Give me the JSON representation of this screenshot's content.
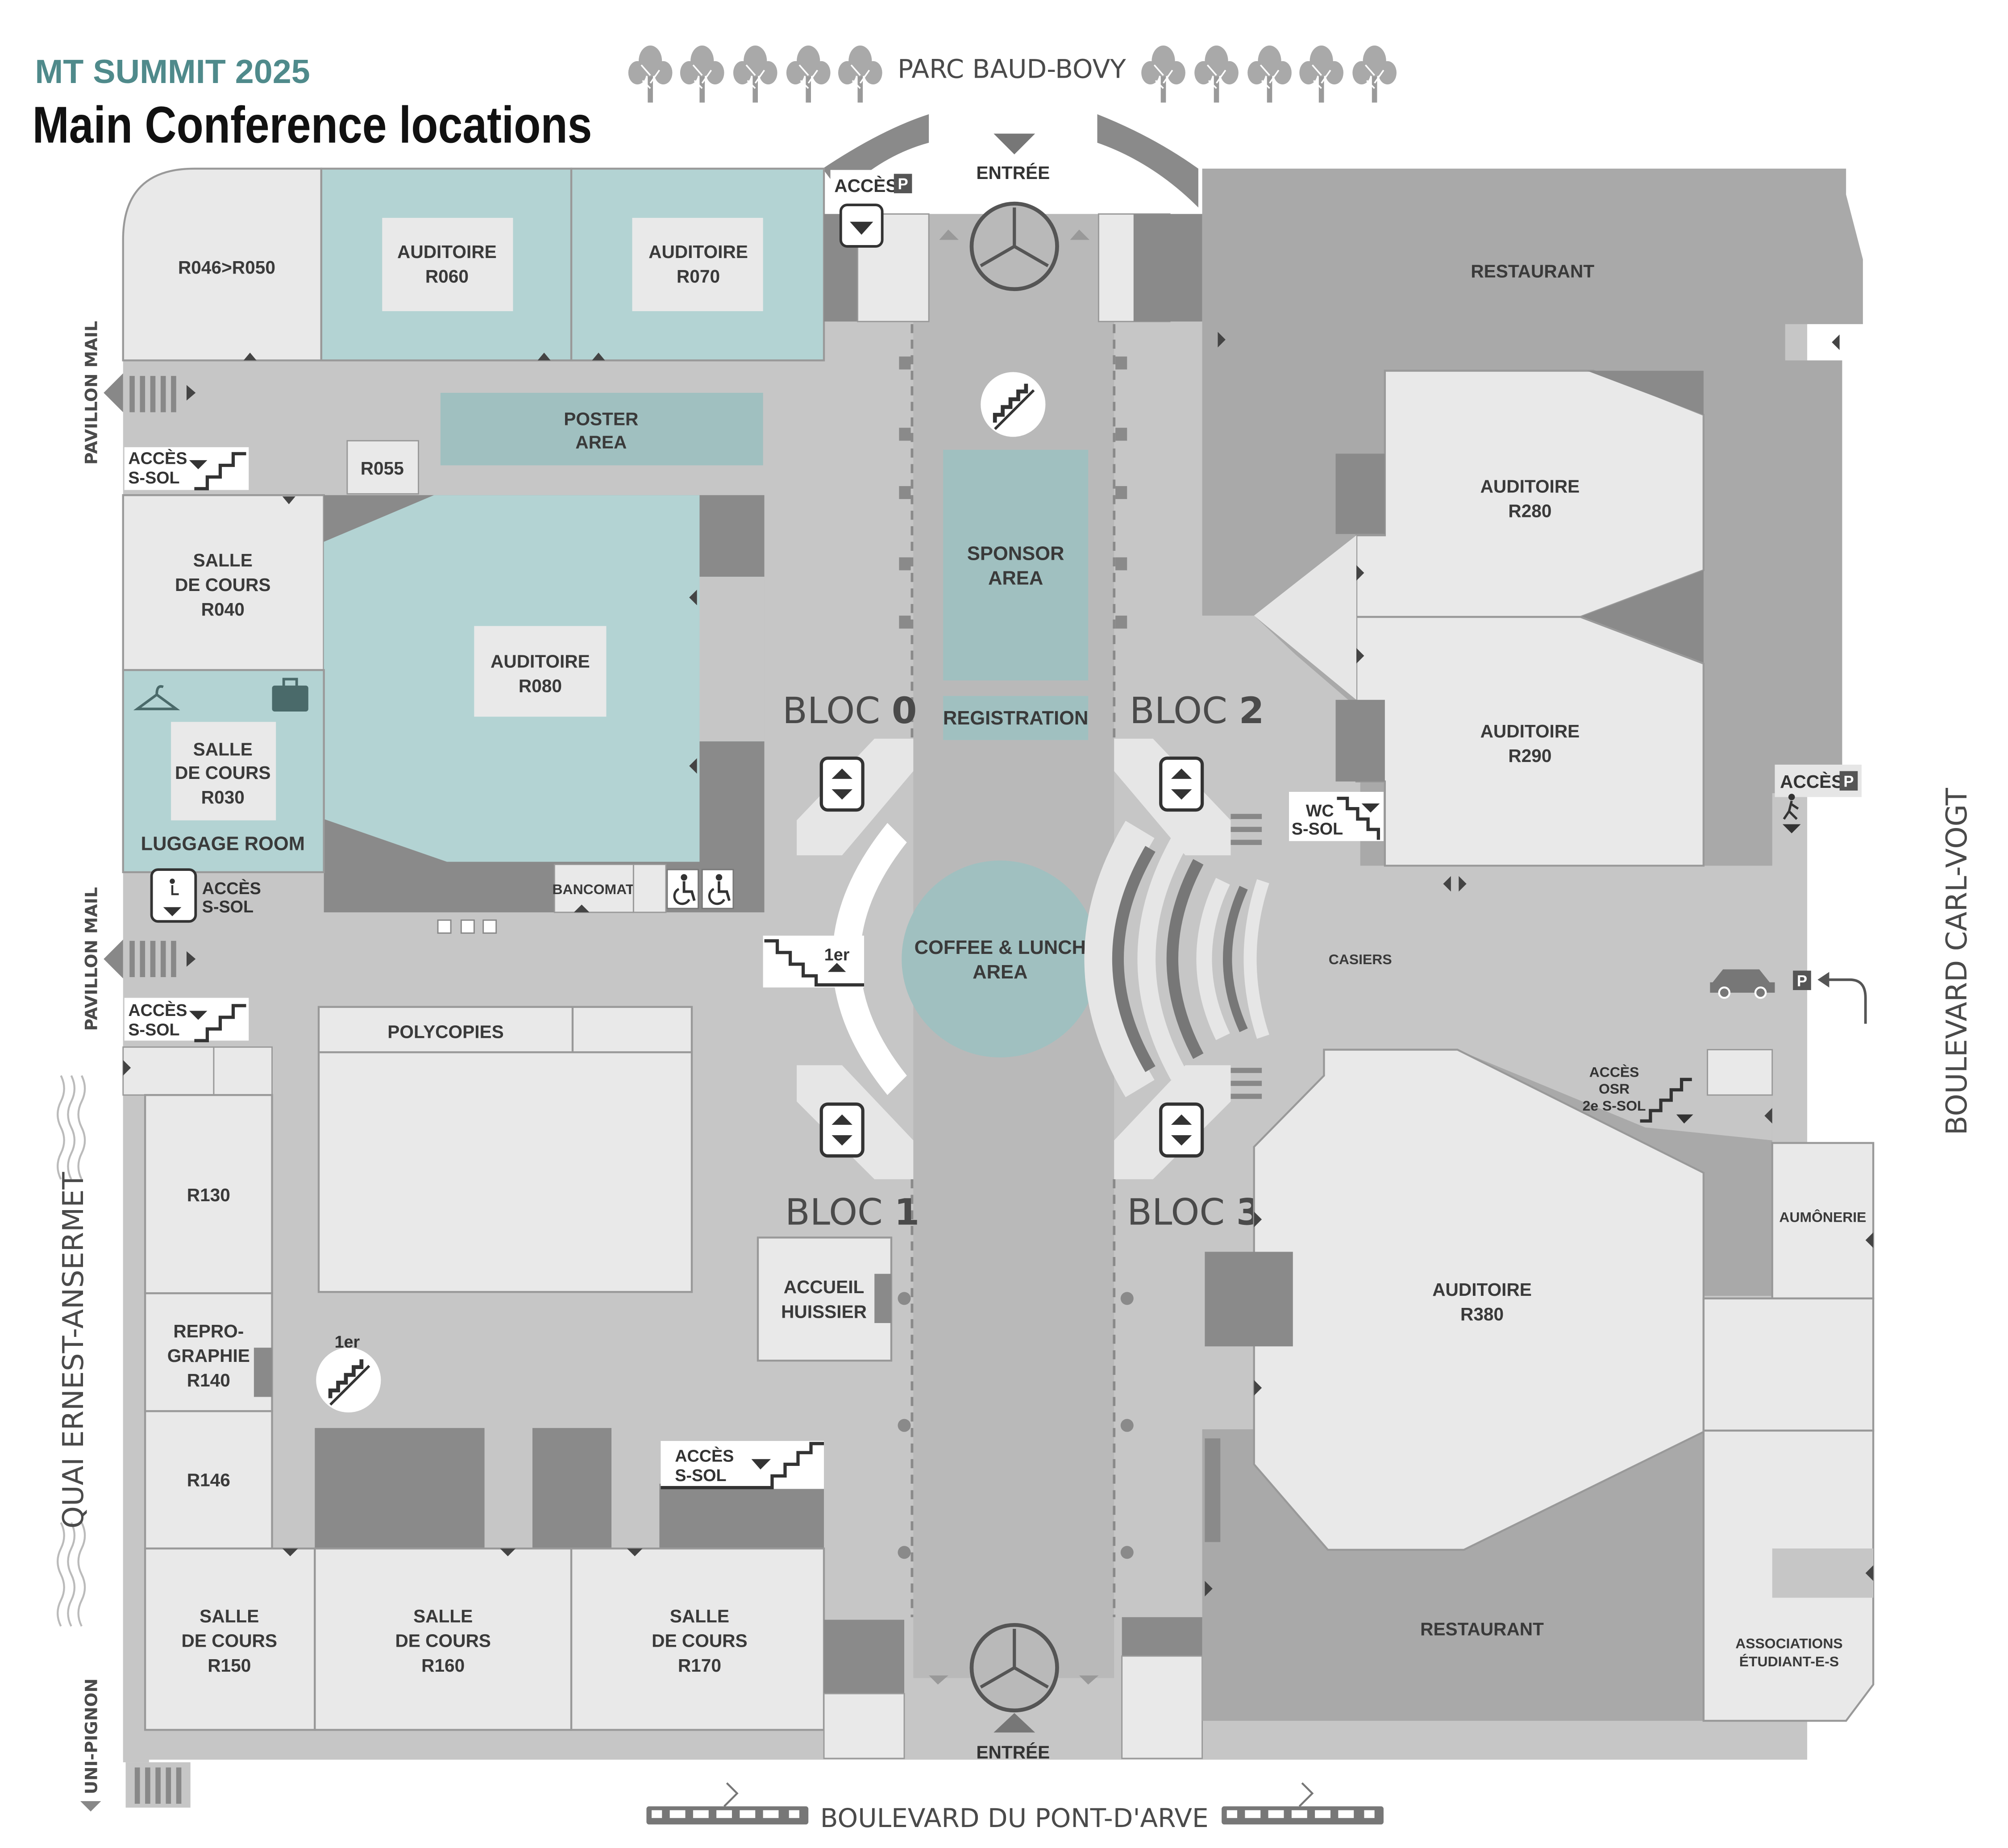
{
  "header": {
    "event": "MT SUMMIT 2025",
    "title": "Main Conference locations"
  },
  "colors": {
    "accent_teal": "#4f8a8b",
    "highlight_room": "#b3d3d3",
    "plaza": "#c6c6c6",
    "room": "#e9e9e9",
    "dark_block": "#8a8a8a"
  },
  "streets": {
    "north": "PARC BAUD-BOVY",
    "south": "BOULEVARD DU PONT-D'ARVE",
    "east": "BOULEVARD  CARL-VOGT",
    "west": "QUAI ERNEST-ANSERMET",
    "west_mail_1": "PAVILLON MAIL",
    "west_mail_2": "PAVILLON MAIL",
    "southwest": "UNI-PIGNON"
  },
  "entrances": {
    "north": "ENTRÉE",
    "south": "ENTRÉE"
  },
  "blocs": {
    "b0_word": "BLOC",
    "b0_num": "0",
    "b1_word": "BLOC",
    "b1_num": "1",
    "b2_word": "BLOC",
    "b2_num": "2",
    "b3_word": "BLOC",
    "b3_num": "3"
  },
  "rooms": {
    "r046": "R046>R050",
    "r060_a": "AUDITOIRE",
    "r060_b": "R060",
    "r070_a": "AUDITOIRE",
    "r070_b": "R070",
    "poster_a": "POSTER",
    "poster_b": "AREA",
    "r055": "R055",
    "r040_a": "SALLE",
    "r040_b": "DE COURS",
    "r040_c": "R040",
    "r080_a": "AUDITOIRE",
    "r080_b": "R080",
    "r030_a": "SALLE",
    "r030_b": "DE COURS",
    "r030_c": "R030",
    "luggage": "LUGGAGE ROOM",
    "bancomat": "BANCOMAT",
    "sponsor_a": "SPONSOR",
    "sponsor_b": "AREA",
    "registration": "REGISTRATION",
    "coffee_a": "COFFEE & LUNCH",
    "coffee_b": "AREA",
    "first_floor_1": "1er",
    "first_floor_2": "1er",
    "polycopies": "POLYCOPIES",
    "r130": "R130",
    "r140_a": "REPRO-",
    "r140_b": "GRAPHIE",
    "r140_c": "R140",
    "r146": "R146",
    "r150_a": "SALLE",
    "r150_b": "DE COURS",
    "r150_c": "R150",
    "r160_a": "SALLE",
    "r160_b": "DE COURS",
    "r160_c": "R160",
    "r170_a": "SALLE",
    "r170_b": "DE COURS",
    "r170_c": "R170",
    "accueil_a": "ACCUEIL",
    "accueil_b": "HUISSIER",
    "restaurant_n": "RESTAURANT",
    "r280_a": "AUDITOIRE",
    "r280_b": "R280",
    "r290_a": "AUDITOIRE",
    "r290_b": "R290",
    "casiers": "CASIERS",
    "r380_a": "AUDITOIRE",
    "r380_b": "R380",
    "aumonerie": "AUMÔNERIE",
    "restaurant_s": "RESTAURANT",
    "assoc_a": "ASSOCIATIONS",
    "assoc_b": "ÉTUDIANT-E-S"
  },
  "access": {
    "parking_top": "ACCÈS",
    "parking_top_p": "P",
    "ssol_1_a": "ACCÈS",
    "ssol_1_b": "S-SOL",
    "ssol_2_a": "ACCÈS",
    "ssol_2_b": "S-SOL",
    "ssol_3_a": "ACCÈS",
    "ssol_3_b": "S-SOL",
    "ssol_4_a": "ACCÈS",
    "ssol_4_b": "S-SOL",
    "wc_a": "WC",
    "wc_b": "S-SOL",
    "osr_a": "ACCÈS",
    "osr_b": "OSR",
    "osr_c": "2e S-SOL",
    "parking_right": "ACCÈS",
    "parking_right_p": "P",
    "street_p": "P"
  },
  "icons": [
    "tree-icon",
    "stairs-icon",
    "elevator-icon",
    "wheelchair-icon",
    "coat-hanger-icon",
    "suitcase-icon",
    "car-icon",
    "tram-icon",
    "turnstile-door-icon",
    "pedestrian-icon"
  ]
}
